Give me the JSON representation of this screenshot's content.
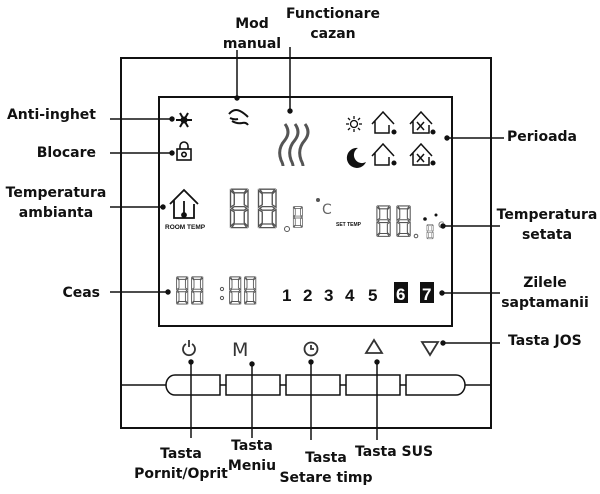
{
  "title": "Thermostat display and keys diagram",
  "labels": {
    "mod_manual": [
      "Mod",
      "manual"
    ],
    "functionare_cazan": [
      "Functionare",
      "cazan"
    ],
    "anti_inghet": "Anti-inghet",
    "blocare": "Blocare",
    "temperatura_ambianta": [
      "Temperatura",
      "ambianta"
    ],
    "ceas": "Ceas",
    "perioada": "Perioada",
    "temperatura_setata": [
      "Temperatura",
      "setata"
    ],
    "zilele_saptamanii": [
      "Zilele",
      "saptamanii"
    ],
    "tasta_jos": "Tasta JOS",
    "tasta_pornit_oprit": [
      "Tasta",
      "Pornit/Oprit"
    ],
    "tasta_meniu": [
      "Tasta",
      "Meniu"
    ],
    "tasta_setare_timp": [
      "Tasta",
      "Setare timp"
    ],
    "tasta_sus": "Tasta SUS"
  },
  "lcd": {
    "room_temp_label": "ROOM TEMP",
    "set_temp_label": "SET TEMP",
    "unit": "°C",
    "clock_digits": "88:88",
    "days": [
      "1",
      "2",
      "3",
      "4",
      "5",
      "6",
      "7"
    ],
    "highlighted_days": [
      "6",
      "7"
    ],
    "icons": [
      "snowflake-icon",
      "lock-icon",
      "hand-icon",
      "heat-waves-icon",
      "sun-icon",
      "moon-icon",
      "house-icon",
      "house-away-icon",
      "room-temp-house-icon"
    ]
  },
  "keys": [
    {
      "symbol": "⏻",
      "name": "power"
    },
    {
      "symbol": "M",
      "name": "menu"
    },
    {
      "symbol": "clock",
      "name": "time-set"
    },
    {
      "symbol": "△",
      "name": "up"
    },
    {
      "symbol": "▽",
      "name": "down"
    }
  ]
}
